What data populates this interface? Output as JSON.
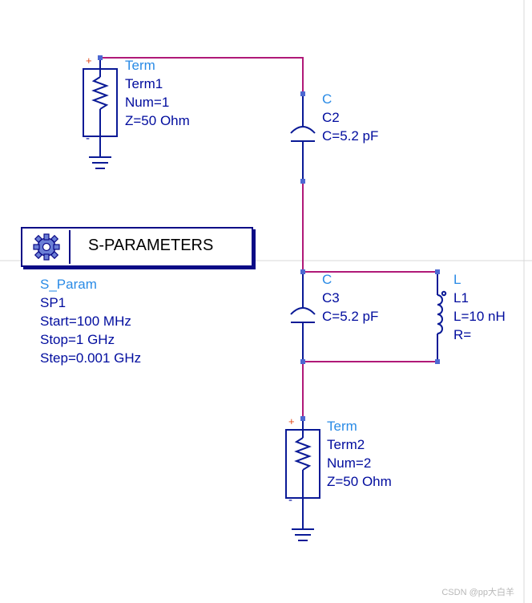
{
  "colors": {
    "wire": "#b01978",
    "component": "#0a1a96",
    "type_label": "#2a8be6",
    "param_label": "#000c9e",
    "grid_line": "#d8d8d8"
  },
  "term1": {
    "type": "Term",
    "name": "Term1",
    "num": "Num=1",
    "z": "Z=50 Ohm",
    "plus": "+",
    "minus": "-"
  },
  "c2": {
    "type": "C",
    "name": "C2",
    "value": "C=5.2 pF"
  },
  "c3": {
    "type": "C",
    "name": "C3",
    "value": "C=5.2 pF"
  },
  "l1": {
    "type": "L",
    "name": "L1",
    "value": "L=10 nH",
    "r": "R="
  },
  "term2": {
    "type": "Term",
    "name": "Term2",
    "num": "Num=2",
    "z": "Z=50 Ohm",
    "plus": "+",
    "minus": "-"
  },
  "sparam": {
    "title": "S-PARAMETERS",
    "type": "S_Param",
    "name": "SP1",
    "start": "Start=100 MHz",
    "stop": "Stop=1 GHz",
    "step": "Step=0.001 GHz",
    "icon": "gear-icon"
  },
  "watermark": "CSDN @pp大白羊"
}
